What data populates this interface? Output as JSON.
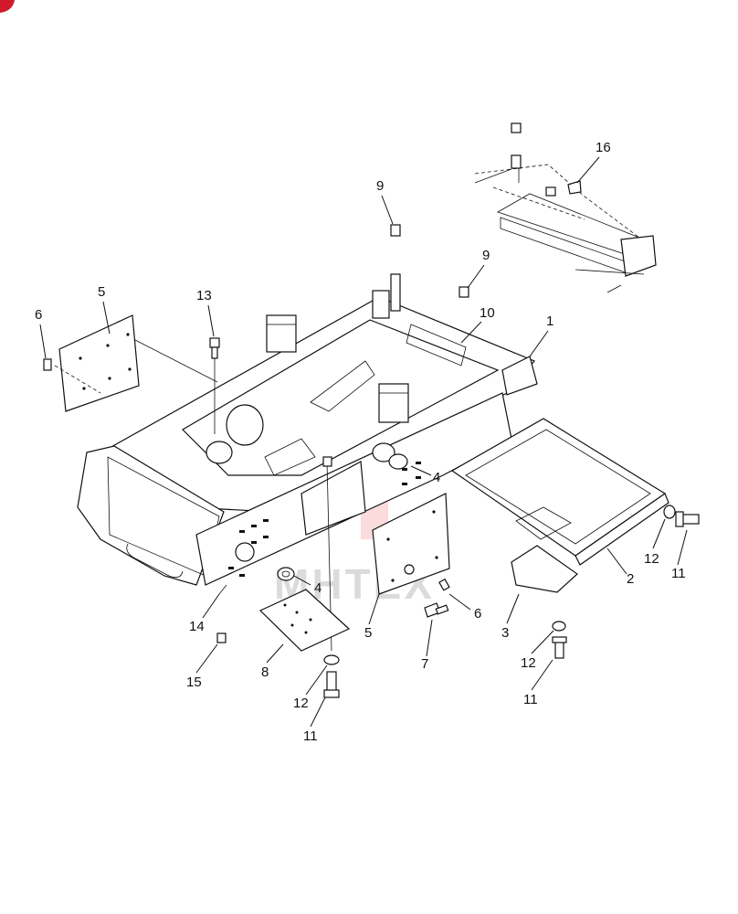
{
  "watermark": {
    "text": "MHTEX",
    "color": "#e8373c"
  },
  "callouts": {
    "c1": "1",
    "c2": "2",
    "c3": "3",
    "c4a": "4",
    "c4b": "4",
    "c5a": "5",
    "c5b": "5",
    "c6a": "6",
    "c6b": "6",
    "c7": "7",
    "c8": "8",
    "c9a": "9",
    "c9b": "9",
    "c10": "10",
    "c11a": "11",
    "c11b": "11",
    "c11c": "11",
    "c12a": "12",
    "c12b": "12",
    "c12c": "12",
    "c13": "13",
    "c14": "14",
    "c15": "15",
    "c16": "16"
  },
  "colors": {
    "ink": "#111111",
    "paper": "#ffffff",
    "corner_badge": "#d0192a"
  }
}
